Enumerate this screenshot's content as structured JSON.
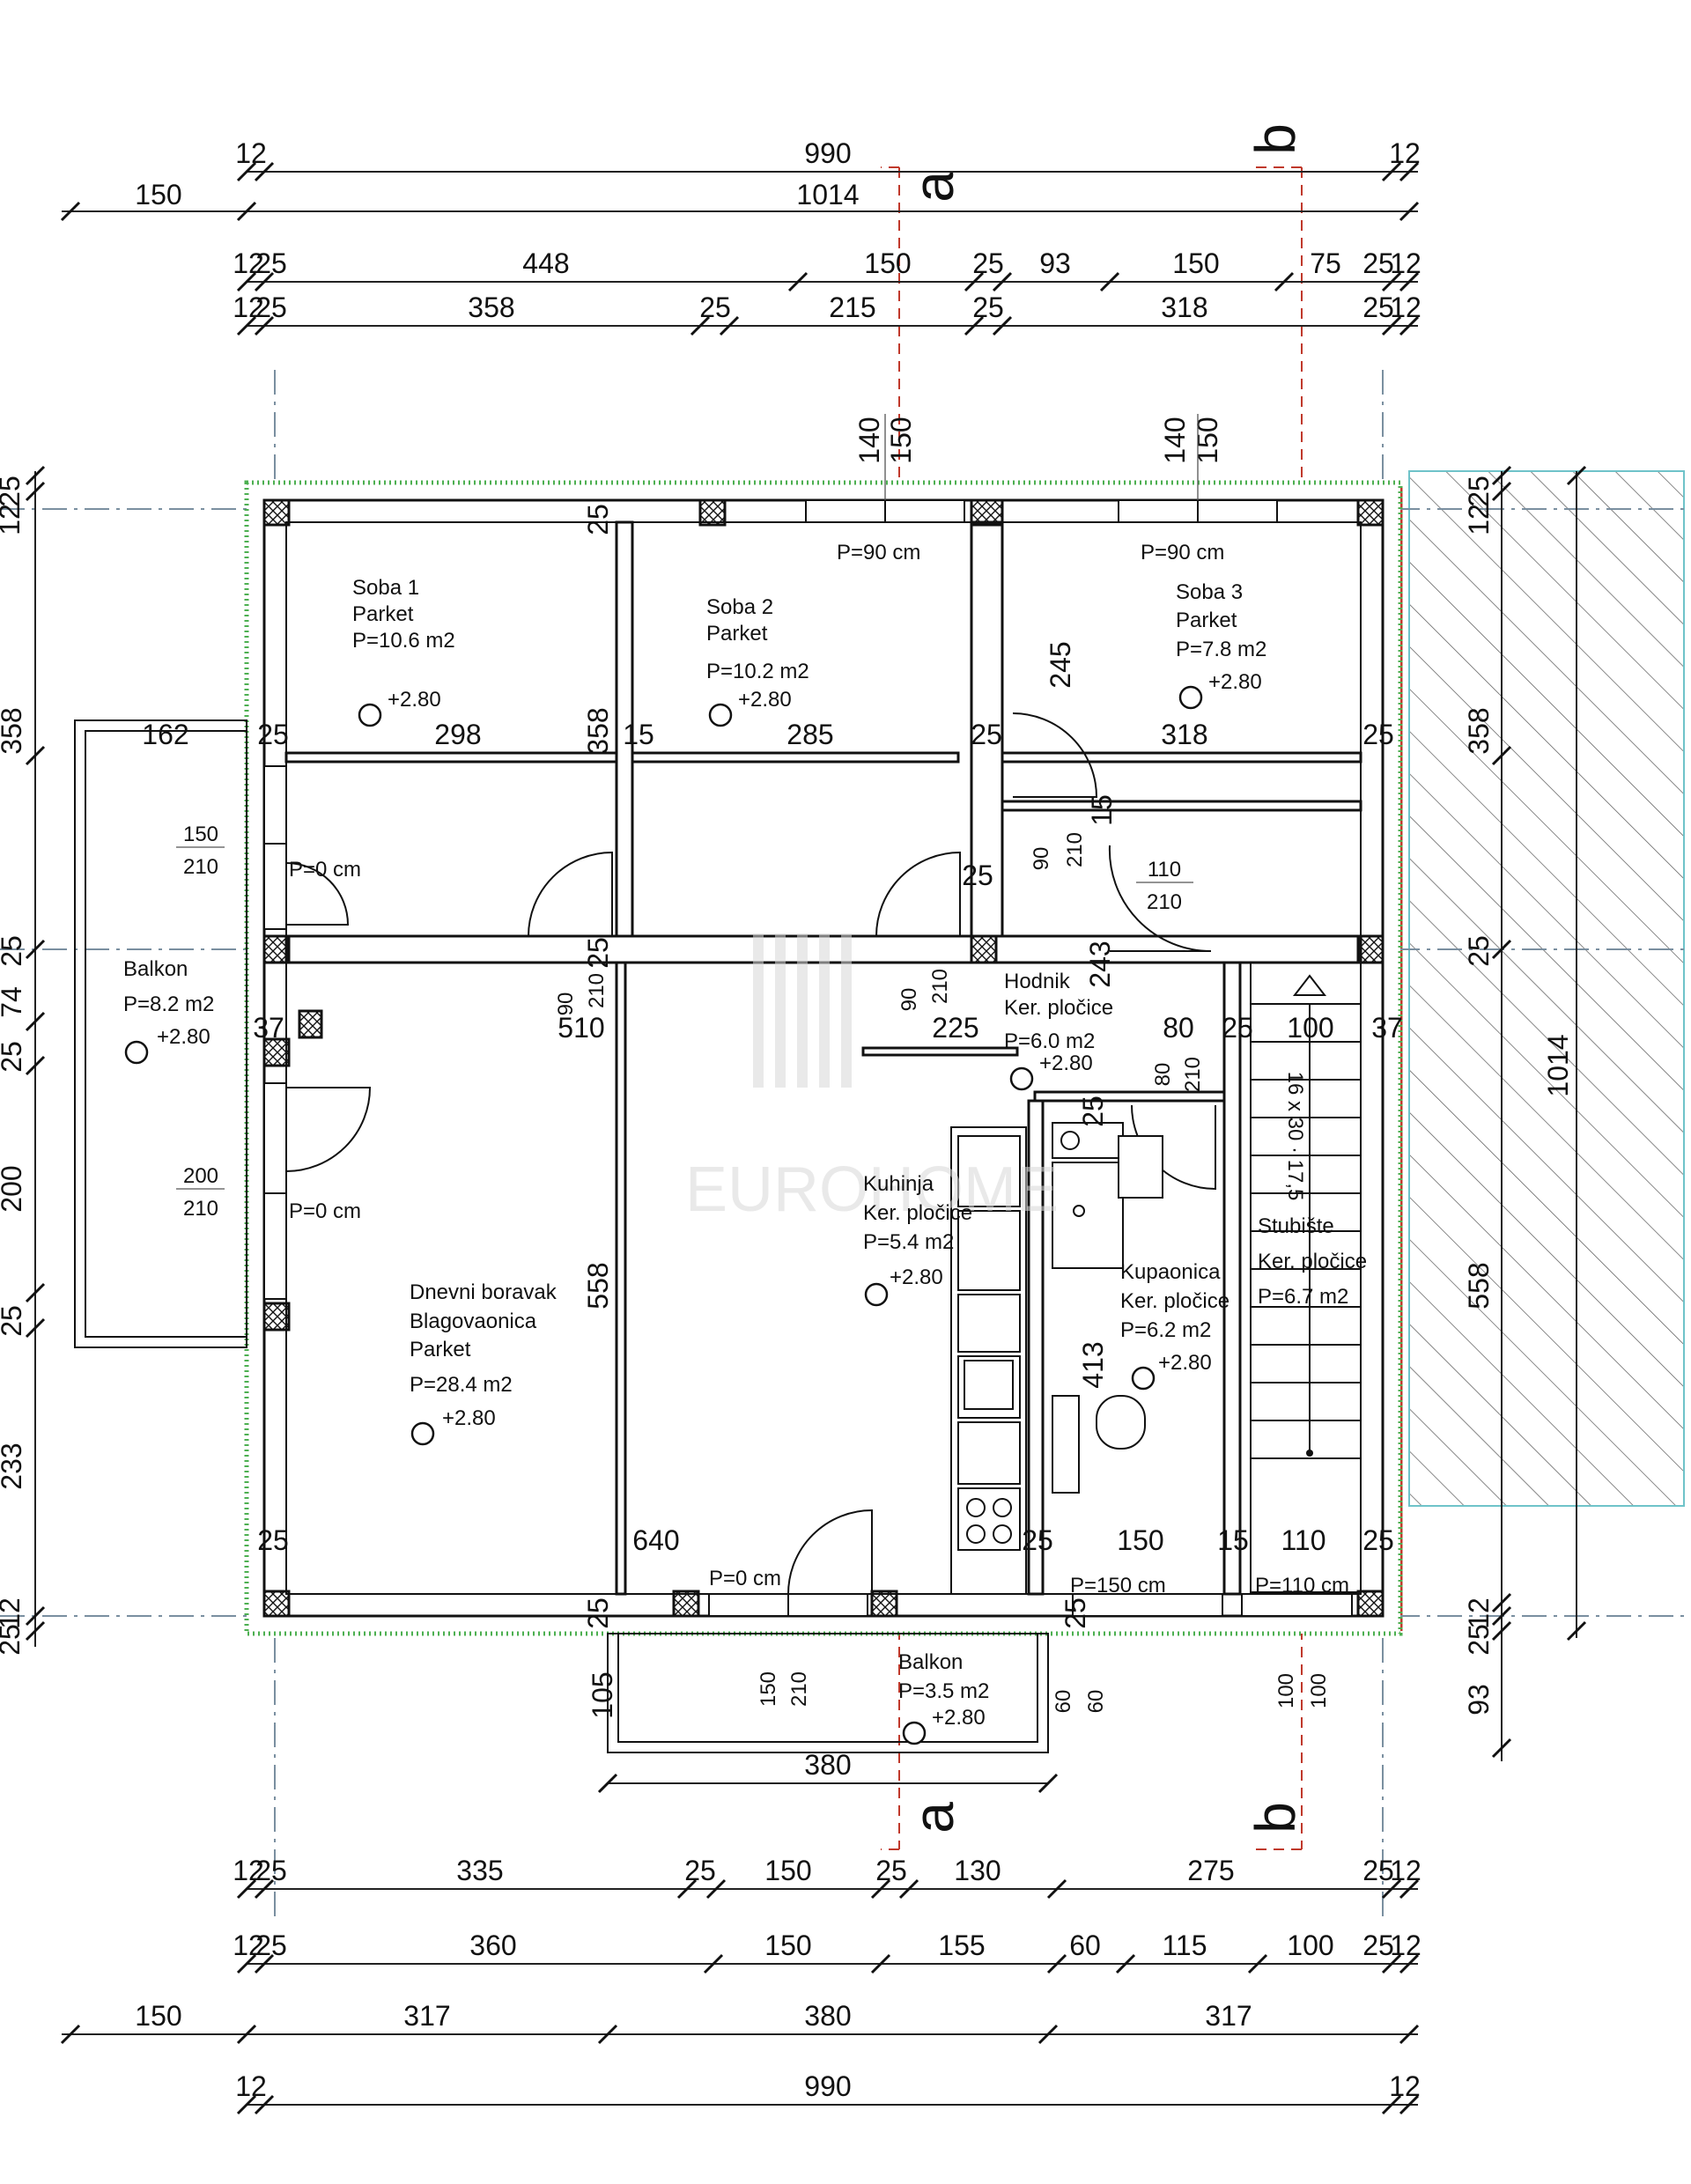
{
  "top_dims": {
    "row1": [
      "12",
      "990",
      "12"
    ],
    "row2": [
      "150",
      "1014"
    ],
    "row3": [
      "12",
      "25",
      "448",
      "150",
      "25",
      "93",
      "150",
      "75",
      "25",
      "12"
    ],
    "row4": [
      "12",
      "25",
      "358",
      "25",
      "215",
      "25",
      "318",
      "25",
      "12"
    ]
  },
  "bottom_dims": {
    "row1": [
      "12",
      "25",
      "335",
      "25",
      "150",
      "25",
      "130",
      "275",
      "25",
      "12"
    ],
    "row2": [
      "12",
      "25",
      "360",
      "150",
      "155",
      "60",
      "115",
      "100",
      "25",
      "12"
    ],
    "row3": [
      "150",
      "317",
      "380",
      "317"
    ],
    "row4": [
      "12",
      "990",
      "12"
    ]
  },
  "left_dims": [
    "25",
    "12",
    "358",
    "25",
    "74",
    "25",
    "200",
    "25",
    "233",
    "12",
    "25"
  ],
  "right_dims": {
    "inner": [
      "25",
      "12",
      "358",
      "25",
      "558",
      "12",
      "25",
      "93"
    ],
    "overall": "1014"
  },
  "section_marks": {
    "a": "a",
    "b": "b"
  },
  "rooms": [
    {
      "name": "Soba 1",
      "floor": "Parket",
      "area": "P=10.6 m2",
      "level": "+2.80"
    },
    {
      "name": "Soba 2",
      "floor": "Parket",
      "area": "P=10.2 m2",
      "level": "+2.80"
    },
    {
      "name": "Soba 3",
      "floor": "Parket",
      "area": "P=7.8 m2",
      "level": "+2.80"
    },
    {
      "name": "Balkon",
      "floor": "",
      "area": "P=8.2 m2",
      "level": "+2.80"
    },
    {
      "name": "Hodnik",
      "floor": "Ker. pločice",
      "area": "P=6.0 m2",
      "level": "+2.80"
    },
    {
      "name": "Kuhinja",
      "floor": "Ker. pločice",
      "area": "P=5.4 m2",
      "level": "+2.80"
    },
    {
      "name": "Kupaonica",
      "floor": "Ker. pločice",
      "area": "P=6.2 m2",
      "level": "+2.80"
    },
    {
      "name": "Stubište",
      "floor": "Ker. pločice",
      "area": "P=6.7 m2",
      "level": ""
    },
    {
      "name": "Dnevni boravak",
      "name2": "Blagovaonica",
      "floor": "Parket",
      "area": "P=28.4 m2",
      "level": "+2.80"
    },
    {
      "name": "Balkon",
      "floor": "",
      "area": "P=3.5 m2",
      "level": "+2.80"
    }
  ],
  "inner_dims": {
    "d298": "298",
    "d358a": "358",
    "d15a": "15",
    "d285": "285",
    "d25a": "25",
    "d245": "245",
    "d318": "318",
    "d25b": "25",
    "d25c": "25",
    "d162": "162",
    "d25d": "25",
    "d510": "510",
    "d225": "225",
    "d37a": "37",
    "d25e": "25",
    "d243": "243",
    "d80": "80",
    "d25f": "25",
    "d100": "100",
    "d37b": "37",
    "d15b": "15",
    "d558": "558",
    "d640": "640",
    "d25g": "25",
    "d25h": "25",
    "d150": "150",
    "d15c": "15",
    "d110": "110",
    "d25i": "25",
    "d25j": "25",
    "d380": "380",
    "d413": "413",
    "d25k": "25",
    "d25l": "25",
    "d25m": "25",
    "d105": "105",
    "d140a": "140",
    "d150a": "150",
    "d140b": "140",
    "d150b": "150"
  },
  "openings": {
    "win_top1": "P=90 cm",
    "win_top2": "P=90 cm",
    "win_left1_w": "150",
    "win_left1_h": "210",
    "win_left1_p": "P=0 cm",
    "win_left2_w": "200",
    "win_left2_h": "210",
    "win_left2_p": "P=0 cm",
    "door_s1_w": "90",
    "door_s1_h": "210",
    "door_s2_w": "90",
    "door_s2_h": "210",
    "door_s3_w": "90",
    "door_s3_h": "210",
    "door_h_w": "110",
    "door_h_h": "210",
    "door_bath_w": "80",
    "door_bath_h": "210",
    "door_balk_w": "150",
    "door_balk_h": "210",
    "door_balk_p": "P=0 cm",
    "win_bath_p": "P=150 cm",
    "win_stair_p": "P=110 cm",
    "win_b1_a": "60",
    "win_b1_b": "60",
    "win_b2_a": "100",
    "win_b2_b": "100"
  },
  "stairs": {
    "label": "16 x 30 · 17,5"
  },
  "watermark": {
    "text": "EUROHOME"
  }
}
